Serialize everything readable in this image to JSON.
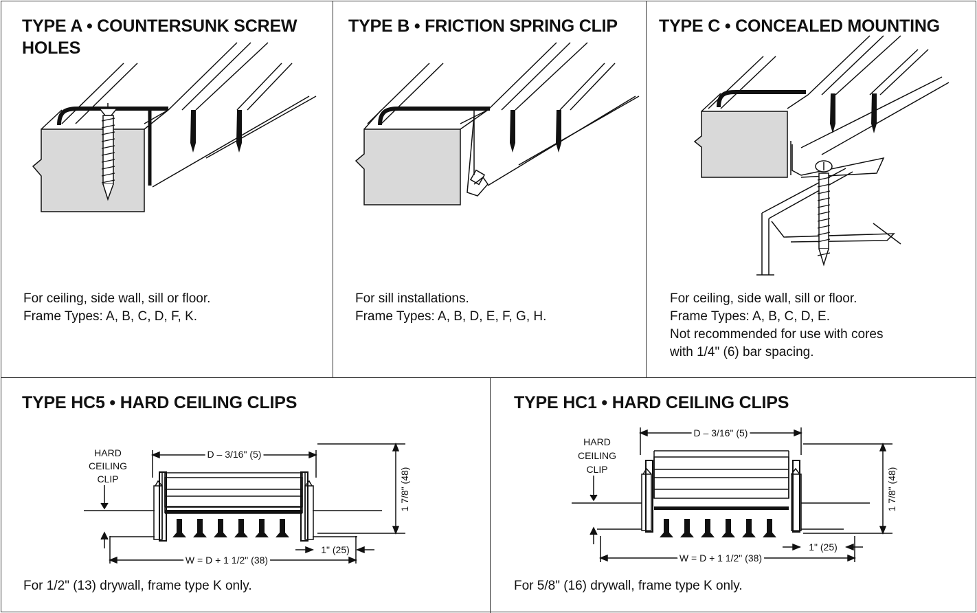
{
  "panels": {
    "type_a": {
      "title_line1": "TYPE A • COUNTERSUNK SCREW",
      "title_line2": "HOLES",
      "desc": [
        "For ceiling, side wall, sill or floor.",
        "Frame Types: A, B, C, D, F, K."
      ]
    },
    "type_b": {
      "title": "TYPE B • FRICTION SPRING CLIP",
      "desc": [
        "For sill installations.",
        "Frame Types: A, B, D, E, F, G, H."
      ]
    },
    "type_c": {
      "title": "TYPE C • CONCEALED MOUNTING",
      "desc": [
        "For ceiling, side wall, sill or floor.",
        "Frame Types: A, B, C, D, E.",
        "Not recommended for use with cores",
        "with 1/4\" (6) bar spacing."
      ]
    },
    "type_hc5": {
      "title": "TYPE HC5 • HARD CEILING CLIPS",
      "label": [
        "HARD",
        "CEILING",
        "CLIP"
      ],
      "dim_top": "D – 3/16\" (5)",
      "dim_height": "1 7/8\" (48)",
      "dim_bottom": "W = D + 1 1/2\" (38)",
      "dim_side": "1\" (25)",
      "desc": "For 1/2\" (13) drywall, frame type K only."
    },
    "type_hc1": {
      "title": "TYPE HC1 • HARD CEILING CLIPS",
      "label": [
        "HARD",
        "CEILING",
        "CLIP"
      ],
      "dim_top": "D – 3/16\" (5)",
      "dim_height": "1 7/8\" (48)",
      "dim_bottom": "W = D + 1 1/2\" (38)",
      "dim_side": "1\" (25)",
      "desc": "For 5/8\" (16) drywall, frame type K only."
    }
  },
  "colors": {
    "block_fill": "#d9d9d9",
    "line": "#111111"
  }
}
